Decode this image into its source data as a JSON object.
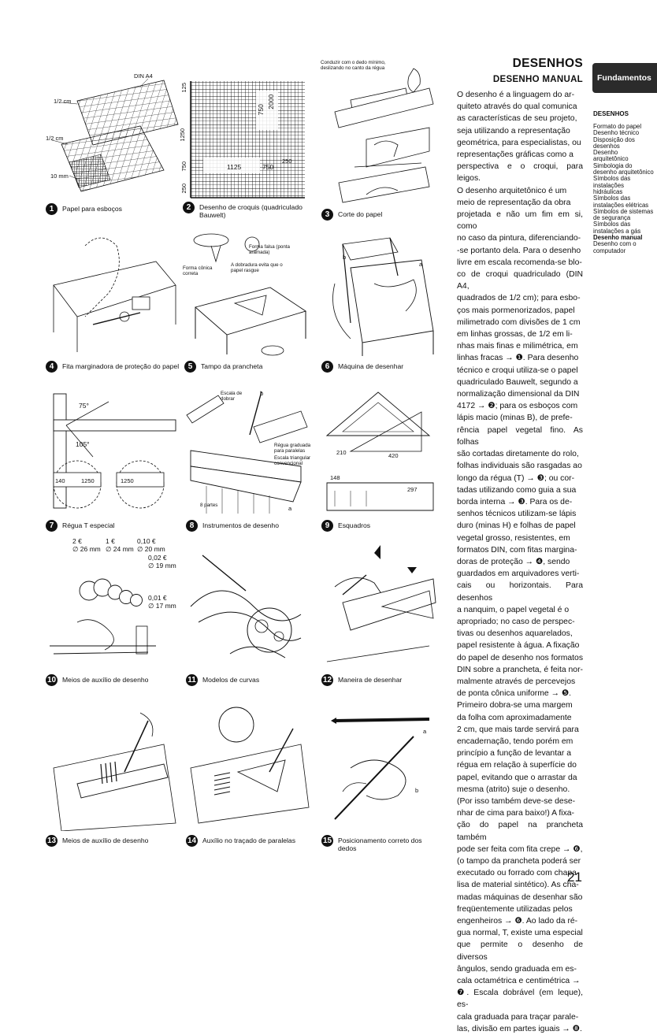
{
  "header": {
    "title": "DESENHOS",
    "subtitle": "DESENHO MANUAL",
    "tab_label": "Fundamentos"
  },
  "sidebar": {
    "heading": "DESENHOS",
    "items": [
      {
        "label": "Formato do papel"
      },
      {
        "label": "Desenho técnico"
      },
      {
        "label": "Disposição dos desenhos"
      },
      {
        "label": "Desenho arquitetônico"
      },
      {
        "label": "Simbologia do desenho arquitetônico"
      },
      {
        "label": "Símbolos das instalações hidráulicas"
      },
      {
        "label": "Símbolos das instalações elétricas"
      },
      {
        "label": "Símbolos de sistemas de segurança"
      },
      {
        "label": "Símbolos das instalações a gás"
      },
      {
        "label": "Desenho manual",
        "current": true
      },
      {
        "label": "Desenho com o computador"
      }
    ]
  },
  "body_lines": [
    "O desenho é a linguagem do ar-",
    "quiteto através do qual comunica",
    "as características de seu projeto,",
    "seja utilizando a representação",
    "geométrica, para especialistas, ou",
    "representações gráficas como a",
    "perspectiva e o croqui, para leigos.",
    "O desenho arquitetônico é um",
    "meio de representação da obra",
    "projetada e não um fim em si, como",
    "no caso da pintura, diferenciando-",
    "-se portanto dela. Para o desenho",
    "livre em escala recomenda-se blo-",
    "co de croqui quadriculado (DIN A4,",
    "quadrados de 1/2 cm); para esbo-",
    "ços mais pormenorizados, papel",
    "milimetrado com divisões de 1 cm",
    "em linhas grossas, de 1/2 em li-",
    "nhas mais finas e milimétrica, em",
    "linhas fracas → ❶. Para desenho",
    "técnico e croqui utiliza-se o papel",
    "quadriculado Bauwelt, segundo a",
    "normalização dimensional da DIN",
    "4172 → ❷; para os esboços com",
    "lápis macio (minas B), de prefe-",
    "rência papel vegetal fino. As folhas",
    "são cortadas diretamente do rolo,",
    "folhas individuais são rasgadas ao",
    "longo da régua (T) → ❸; ou cor-",
    "tadas utilizando como guia a sua",
    "borda interna → ❸. Para os de-",
    "senhos técnicos utilizam-se lápis",
    "duro (minas H) e folhas de papel",
    "vegetal grosso, resistentes, em",
    "formatos DIN, com fitas margina-",
    "doras de proteção → ❹, sendo",
    "guardados em arquivadores verti-",
    "cais ou horizontais. Para desenhos",
    "a nanquim, o papel vegetal é o",
    "apropriado; no caso de perspec-",
    "tivas ou desenhos aquarelados,",
    "papel resistente à água. A fixação",
    "do papel de desenho nos formatos",
    "DIN sobre a prancheta, é feita nor-",
    "malmente através de percevejos",
    "de ponta cônica uniforme → ❺.",
    "Primeiro dobra-se uma margem",
    "da folha com aproximadamente",
    "2 cm, que mais tarde servirá para",
    "encadernação, tendo porém em",
    "princípio a função de levantar a",
    "régua em relação à superfície do",
    "papel, evitando que o arrastar da",
    "mesma (atrito) suje o desenho.",
    "(Por isso também deve-se dese-",
    "nhar de cima para baixo!) A fixa-",
    "ção do papel na prancheta também",
    "pode ser feita com fita crepe → ❻,",
    "(o tampo da prancheta poderá ser",
    "executado ou forrado com chapa",
    "lisa de material sintético). As cha-",
    "madas máquinas de desenhar são",
    "freqüentemente utilizadas pelos",
    "engenheiros → ❻. Ao lado da ré-",
    "gua normal, T, existe uma especial",
    "que permite o desenho de diversos",
    "ângulos, sendo graduada em es-",
    "cala octamétrica e centimétrica →",
    "❼. Escala dobrável (em leque), es-",
    "cala graduada para traçar parale-",
    "las, divisão em partes iguais → ❽."
  ],
  "figures": [
    {
      "num": "1",
      "caption": "Papel para esboços"
    },
    {
      "num": "2",
      "caption": "Desenho de croquis (quadriculado Bauwelt)"
    },
    {
      "num": "3",
      "caption": "Corte do papel"
    },
    {
      "num": "4",
      "caption": "Fita marginadora de proteção do papel"
    },
    {
      "num": "5",
      "caption": "Tampo da prancheta"
    },
    {
      "num": "6",
      "caption": "Máquina de desenhar"
    },
    {
      "num": "7",
      "caption": "Régua T especial"
    },
    {
      "num": "8",
      "caption": "Instrumentos de desenho"
    },
    {
      "num": "9",
      "caption": "Esquadros"
    },
    {
      "num": "10",
      "caption": "Meios de auxílio de desenho"
    },
    {
      "num": "11",
      "caption": "Modelos de curvas"
    },
    {
      "num": "12",
      "caption": "Maneira de desenhar"
    },
    {
      "num": "13",
      "caption": "Meios de auxílio de desenho"
    },
    {
      "num": "14",
      "caption": "Auxílio no traçado de paralelas"
    },
    {
      "num": "15",
      "caption": "Posicionamento correto dos dedos"
    }
  ],
  "fig_labels": {
    "f1_din": "DIN A4",
    "f1_half_a": "1/2 cm",
    "f1_half_b": "1/2 cm",
    "f1_10mm": "10 mm",
    "f2_125": "125",
    "f2_1250": "1250",
    "f2_750a": "750",
    "f2_250a": "250",
    "f2_750b": "750",
    "f2_2000": "2000",
    "f2_250b": "250",
    "f2_1125": "1125",
    "f2_750c": "750",
    "f3_note": "Conduzir com o dedo mínimo, deslizando no canto da régua",
    "f5_falsa": "Forma falsa (ponta aramada)",
    "f5_conica": "Forma cônica correta",
    "f5_dobra": "A dobradura evita que o papel rasgue",
    "f6_a": "a",
    "f6_b": "b",
    "f7_75": "75°",
    "f7_105": "105°",
    "f7_1250a": "1250",
    "f7_1250b": "1250",
    "f7_140": "140",
    "f8_escala": "Escala de dobrar",
    "f8_b": "b",
    "f8_regua": "Régua graduada para paralelas",
    "f8_triang": "Escala triangular convencional",
    "f8_partes": "8 partes",
    "f8_a": "a",
    "f9_420": "420",
    "f9_297": "297",
    "f9_210": "210",
    "f9_148": "148",
    "f10_2e": "2 €",
    "f10_26": "∅ 26 mm",
    "f10_1e": "1 €",
    "f10_24": "∅ 24 mm",
    "f10_010": "0,10 €",
    "f10_20": "∅ 20 mm",
    "f10_002": "0,02 €",
    "f10_19": "∅ 19 mm",
    "f10_001": "0,01 €",
    "f10_17": "∅ 17 mm",
    "f15_a": "a",
    "f15_b": "b"
  },
  "page_number": "21"
}
